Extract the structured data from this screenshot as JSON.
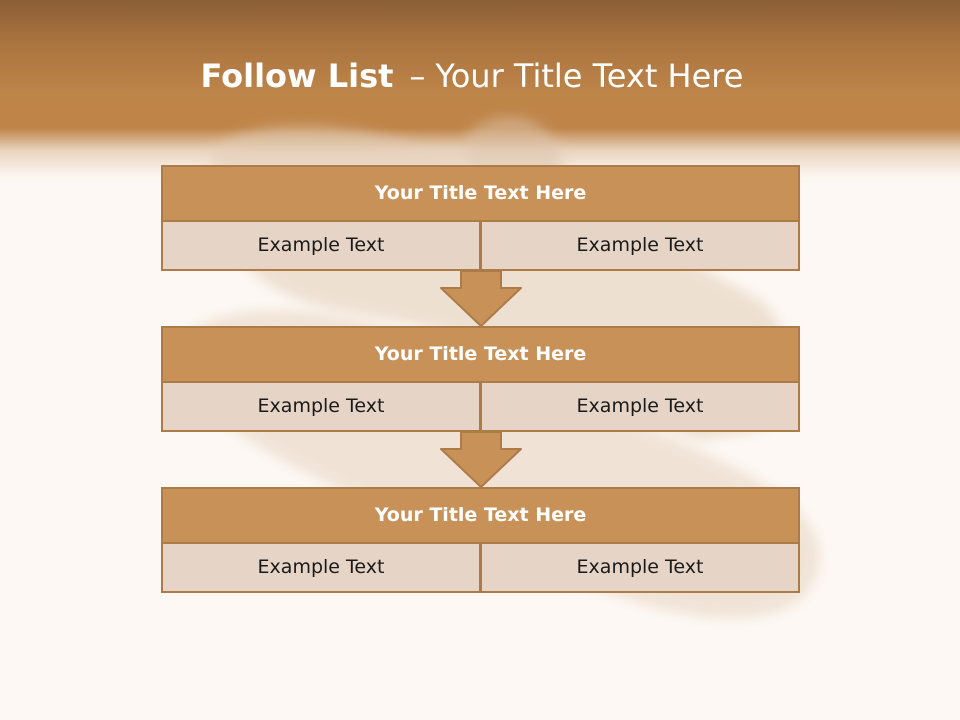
{
  "slide": {
    "title_bold": "Follow List",
    "title_separator": "–",
    "title_rest": "Your Title Text Here"
  },
  "blocks": [
    {
      "title": "Your Title Text Here",
      "left_text": "Example Text",
      "right_text": "Example Text"
    },
    {
      "title": "Your Title Text Here",
      "left_text": "Example Text",
      "right_text": "Example Text"
    },
    {
      "title": "Your Title Text Here",
      "left_text": "Example Text",
      "right_text": "Example Text"
    }
  ],
  "colors": {
    "header": "#be8549",
    "title_bar": "#c89158",
    "cell": "#e6d4c6",
    "border": "#ad7b48",
    "background": "#fdf8f4"
  }
}
